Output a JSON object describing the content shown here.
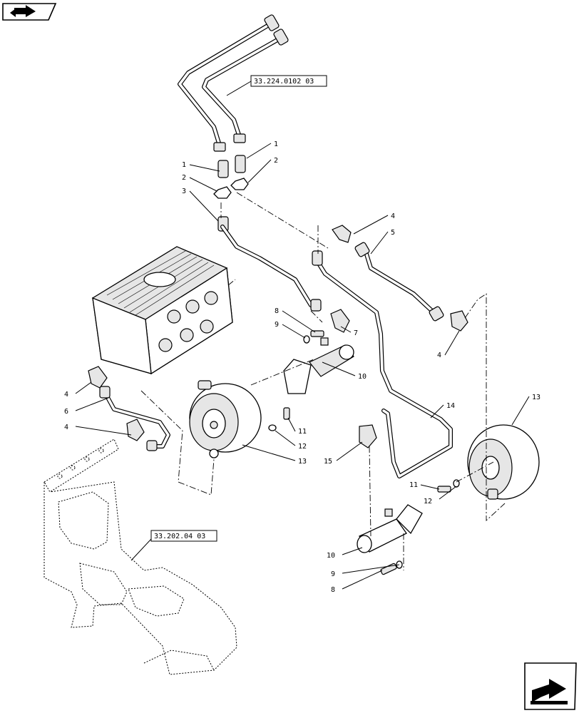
{
  "nav": {
    "prev_icon": "back-arrow-icon",
    "next_icon": "forward-arrow-icon"
  },
  "references": {
    "upper": "33.224.0102 03",
    "lower": "33.202.04 03"
  },
  "callouts": {
    "c1a": "1",
    "c1b": "1",
    "c2a": "2",
    "c2b": "2",
    "c3": "3",
    "c4a": "4",
    "c4b": "4",
    "c4c": "4",
    "c4d": "4",
    "c5": "5",
    "c6": "6",
    "c7": "7",
    "c8a": "8",
    "c8b": "8",
    "c9a": "9",
    "c9b": "9",
    "c10a": "10",
    "c10b": "10",
    "c11a": "11",
    "c11b": "11",
    "c12a": "12",
    "c12b": "12",
    "c13a": "13",
    "c13b": "13",
    "c14": "14",
    "c15": "15"
  }
}
